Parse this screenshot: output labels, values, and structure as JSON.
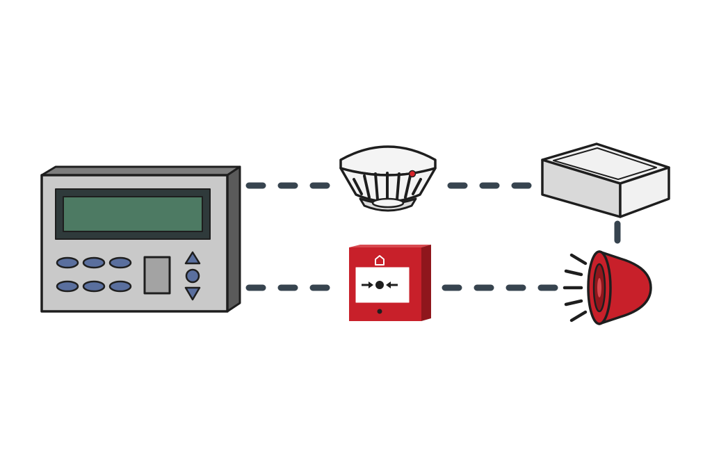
{
  "colors": {
    "outline": "#1e1e1e",
    "connector": "#37444f",
    "panel_face": "#c9c9c9",
    "panel_side": "#5a5a5a",
    "panel_top": "#7d7d7d",
    "display_frame": "#2f3a3b",
    "display_screen": "#4d7a63",
    "keypad_button": "#5a6f9e",
    "detector_white": "#f4f4f4",
    "detector_shade": "#dcdcdc",
    "indicator_led": "#d8232a",
    "alarm_red": "#c8202a",
    "alarm_red_dark": "#8f161c",
    "alarm_red_light": "#d84a50",
    "box_white": "#f1f1f1",
    "box_shade": "#d9d9d9"
  },
  "devices": [
    {
      "id": "control-panel",
      "icon": "fire-alarm-control-panel-icon"
    },
    {
      "id": "smoke-detector",
      "icon": "smoke-detector-icon"
    },
    {
      "id": "manual-call-point",
      "icon": "manual-call-point-icon"
    },
    {
      "id": "junction-box",
      "icon": "junction-box-icon"
    },
    {
      "id": "sounder",
      "icon": "alarm-sounder-icon"
    }
  ],
  "connections": [
    {
      "from": "control-panel",
      "to": "smoke-detector"
    },
    {
      "from": "smoke-detector",
      "to": "junction-box"
    },
    {
      "from": "junction-box",
      "to": "sounder"
    },
    {
      "from": "control-panel",
      "to": "manual-call-point"
    },
    {
      "from": "manual-call-point",
      "to": "sounder"
    }
  ]
}
